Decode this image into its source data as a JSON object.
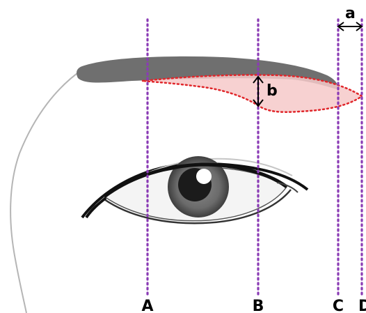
{
  "guide_lines": {
    "labels": [
      "A",
      "B",
      "C",
      "D"
    ]
  },
  "dimensions": {
    "a": "a",
    "b": "b"
  },
  "colors": {
    "eyebrow": "#6f6f6f",
    "guide_line": "#8a3bb5",
    "ideal_brow_outline": "#e0262a",
    "ideal_brow_fill": "#f6c9c9",
    "skin_outline": "#b5b5b5",
    "eye_outline": "#111111"
  }
}
